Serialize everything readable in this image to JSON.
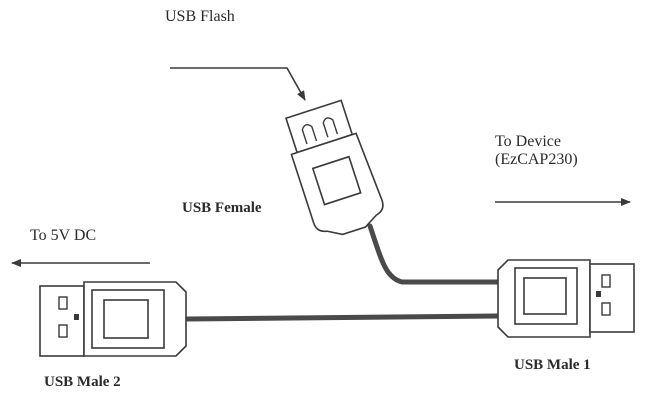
{
  "labels": {
    "usb_flash": "USB Flash",
    "to_device_line1": "To Device",
    "to_device_line2": "(EzCAP230)",
    "usb_female": "USB Female",
    "to_5v_dc": "To 5V DC",
    "usb_male_1": "USB Male 1",
    "usb_male_2": "USB Male 2"
  },
  "colors": {
    "stroke": "#3a3a3a",
    "cable": "#4a4a4a",
    "background": "#ffffff"
  },
  "icons": {
    "arrows": [
      "arrow-to-usb-female-icon",
      "arrow-to-device-icon",
      "arrow-to-5v-dc-icon"
    ],
    "connectors": [
      "usb-female-connector-icon",
      "usb-male-1-connector-icon",
      "usb-male-2-connector-icon"
    ]
  }
}
